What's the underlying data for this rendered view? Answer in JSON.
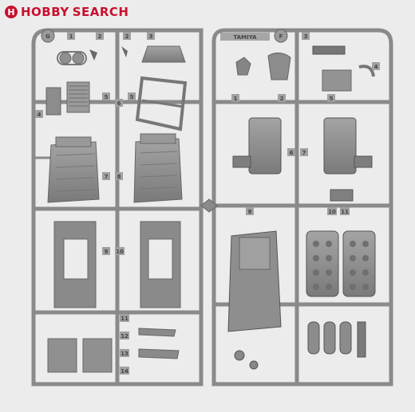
{
  "logo": {
    "brand_mark": "H",
    "brand_a": "HOBBY",
    "brand_b": "SEARCH"
  },
  "sprue_left": {
    "letter": "G",
    "tags": [
      "1",
      "2",
      "2",
      "3",
      "4",
      "5",
      "6",
      "5",
      "7",
      "8",
      "9",
      "10",
      "11",
      "12",
      "13",
      "14"
    ]
  },
  "sprue_right": {
    "letter": "F",
    "maker": "TAMIYA",
    "tags": [
      "1",
      "2",
      "3",
      "4",
      "5",
      "6",
      "7",
      "8",
      "10",
      "11"
    ]
  },
  "colors": {
    "plastic": "#8e8e8e",
    "plastic_dark": "#6f6f6f",
    "background": "#ececec",
    "brand": "#c8102e"
  }
}
